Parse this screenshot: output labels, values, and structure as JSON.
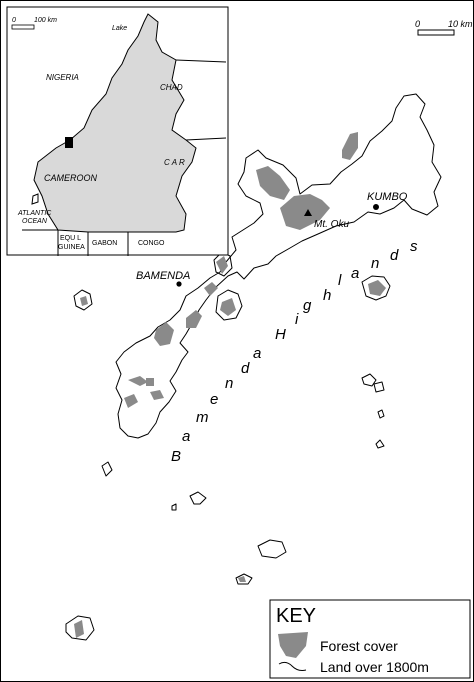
{
  "colors": {
    "forest": "#8a8a8a",
    "inset_fill": "#d9d9d9",
    "line": "#000000",
    "background": "#ffffff"
  },
  "scale_bar": {
    "start": "0",
    "end": "10 km"
  },
  "inset": {
    "scale_start": "0",
    "scale_end": "100 km",
    "labels": {
      "lake": "Lake",
      "nigeria": "NIGERIA",
      "chad": "CHAD",
      "car": "C A R",
      "cameroon": "CAMEROON",
      "ocean_1": "ATLANTIC",
      "ocean_2": "OCEAN",
      "eq_guinea_1": "EQU L",
      "eq_guinea_2": "GUINEA",
      "gabon": "GABON",
      "congo": "CONGO"
    }
  },
  "places": {
    "kumbo": "KUMBO",
    "bamenda": "BAMENDA",
    "mt_oku": "Mt. Oku"
  },
  "region_letters": [
    "B",
    "a",
    "m",
    "e",
    "n",
    "d",
    "a",
    "H",
    "i",
    "g",
    "h",
    "l",
    "a",
    "n",
    "d",
    "s"
  ],
  "key": {
    "title": "KEY",
    "forest_label": "Forest cover",
    "land_label": "Land over 1800m"
  }
}
